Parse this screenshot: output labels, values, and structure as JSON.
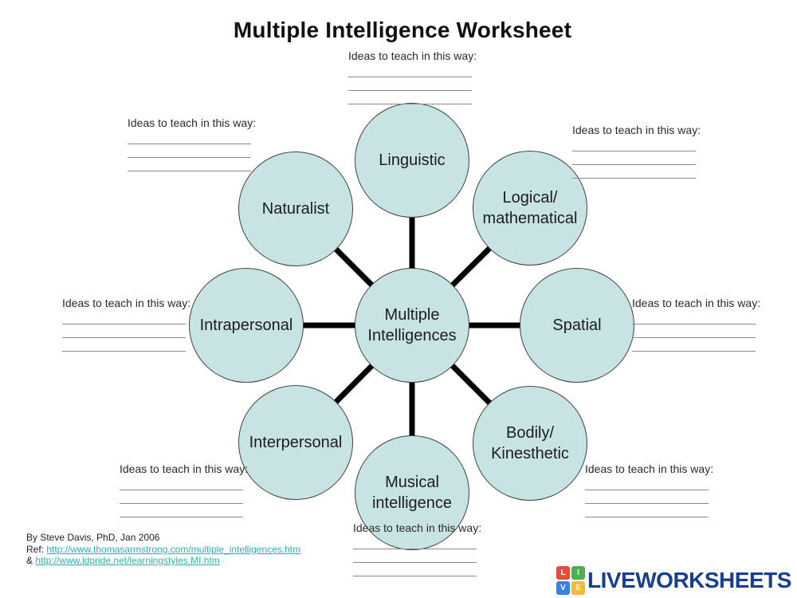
{
  "title": "Multiple Intelligence Worksheet",
  "ideas_prompt": "Ideas to teach in this way:",
  "diagram": {
    "center_label": "Multiple\nIntelligences",
    "nodes": {
      "linguistic": "Linguistic",
      "logical": "Logical/\nmathematical",
      "spatial": "Spatial",
      "bodily": "Bodily/\nKinesthetic",
      "musical": "Musical\nintelligence",
      "interpersonal": "Interpersonal",
      "intrapersonal": "Intrapersonal",
      "naturalist": "Naturalist"
    },
    "circle_fill": "#c8e3e4",
    "circle_border": "#404040",
    "spoke_color": "#000000"
  },
  "footer": {
    "byline": "By Steve Davis, PhD, Jan 2006",
    "ref_prefix": "Ref: ",
    "ref_link": "http://www.thomasarmstrong.com/multiple_intelligences.htm",
    "amp_prefix": "& ",
    "amp_link": "http://www.ldpride.net/learningstyles.MI.htm",
    "link_color": "#2fb1ad"
  },
  "watermark": {
    "squares": [
      {
        "letter": "L",
        "color": "#e74c3c"
      },
      {
        "letter": "I",
        "color": "#4caf50"
      },
      {
        "letter": "V",
        "color": "#3b82e0"
      },
      {
        "letter": "E",
        "color": "#f6b93b"
      }
    ],
    "text": "LIVEWORKSHEETS",
    "text_color": "#173f8f"
  }
}
